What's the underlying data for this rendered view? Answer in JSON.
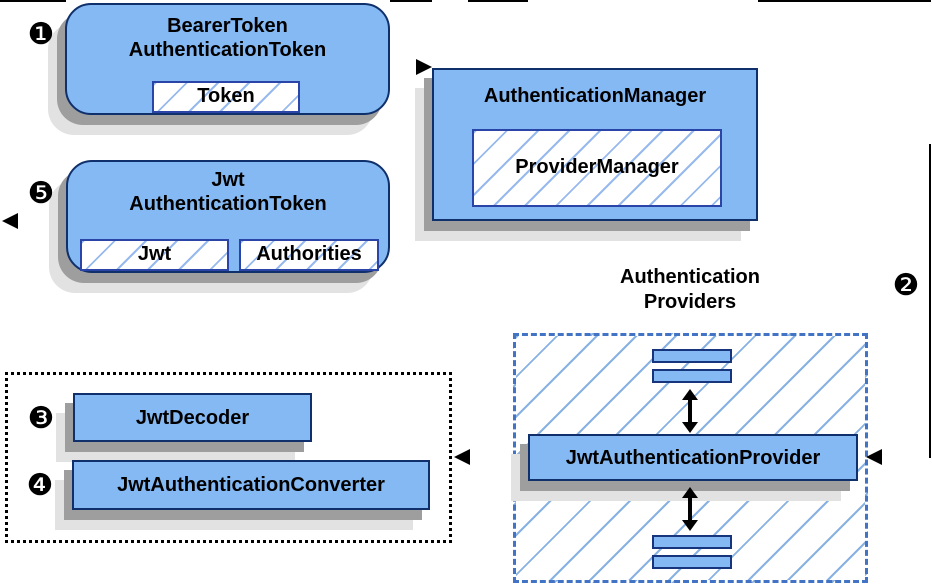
{
  "colors": {
    "node_fill": "#85b9f4",
    "node_border": "#10306b",
    "inner_box_border": "#2b44a7",
    "hatch_line": "#7da8e9",
    "dashed_region_border": "#4273c4",
    "dotted_region_border": "#000000",
    "shadow_dark": "#9e9e9e",
    "shadow_light": "#e2e2e2",
    "connector": "#000000",
    "text": "#000000"
  },
  "badges": {
    "step1": "❶",
    "step2": "❷",
    "step3": "❸",
    "step4": "❹",
    "step5": "❺"
  },
  "nodes": {
    "bearer_token": {
      "title_line1": "BearerToken",
      "title_line2": "AuthenticationToken",
      "token_label": "Token"
    },
    "authentication_manager": {
      "title": "AuthenticationManager",
      "provider_manager_label": "ProviderManager"
    },
    "jwt_authentication_token": {
      "title_line1": "Jwt",
      "title_line2": "AuthenticationToken",
      "jwt_label": "Jwt",
      "authorities_label": "Authorities"
    },
    "authentication_providers": {
      "title_line1": "Authentication",
      "title_line2": "Providers"
    },
    "jwt_authentication_provider": {
      "title": "JwtAuthenticationProvider"
    },
    "jwt_decoder": {
      "title": "JwtDecoder"
    },
    "jwt_authentication_converter": {
      "title": "JwtAuthenticationConverter"
    }
  }
}
